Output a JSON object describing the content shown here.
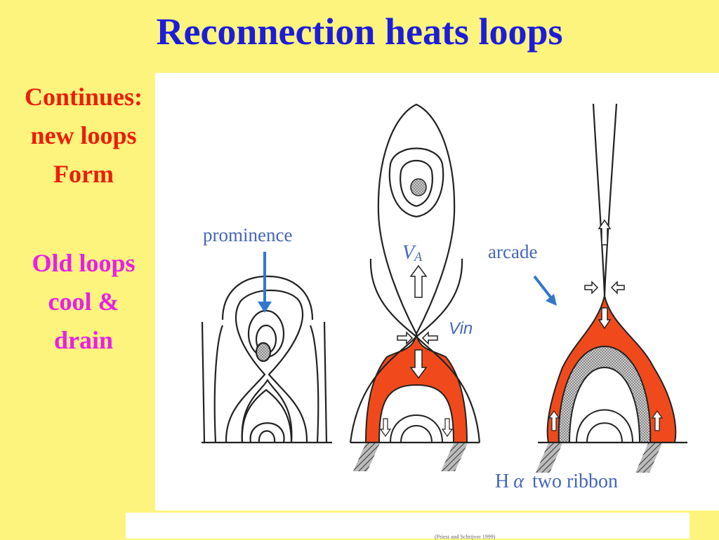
{
  "title": "Reconnection heats loops",
  "sidebar": {
    "line1": "Continues:",
    "line2": "new loops",
    "line3": "Form",
    "line4": "Old loops",
    "line5": "cool &",
    "line6": "drain"
  },
  "diagram": {
    "prominence": "prominence",
    "va_v": "V",
    "va_sub": "A",
    "vin": "Vin",
    "arcade": "arcade",
    "halpha": "H",
    "alpha": "α",
    "two_ribbon": "two ribbon"
  },
  "caption": {
    "citation": "(Priest and Schrijver 1999)"
  },
  "colors": {
    "title": "#1c1cdc",
    "red_text": "#ee1c0c",
    "magenta_text": "#ec1cec",
    "flare_fill": "#f04a1c",
    "label_blue": "#4466bb"
  }
}
